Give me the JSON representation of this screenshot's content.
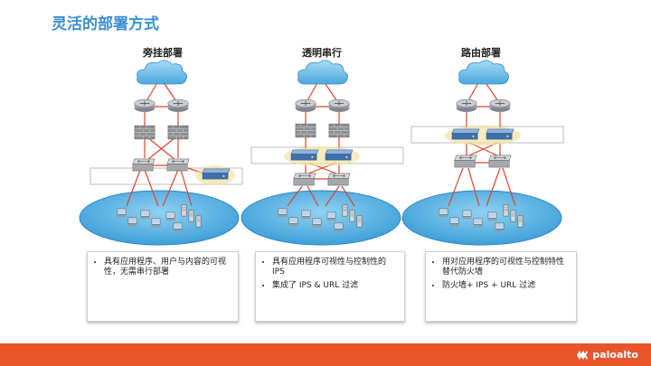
{
  "page": {
    "title": "灵活的部署方式"
  },
  "columns": [
    {
      "heading": "旁挂部署",
      "bullets": [
        "具有应用程序、用户与内容的可视性，无需串行部署"
      ]
    },
    {
      "heading": "透明串行",
      "bullets": [
        "具有应用程序可视性与控制性的IPS",
        "集成了 IPS & URL 过滤"
      ]
    },
    {
      "heading": "路由部署",
      "bullets": [
        "用对应用程序的可视性与控制特性替代防火墙",
        "防火墙+ IPS + URL 过滤"
      ]
    }
  ],
  "footer": {
    "brand": "paloalto"
  },
  "colors": {
    "title": "#3a8fd0",
    "footer": "#e8552a",
    "cloud": "#6cc3ec",
    "link": "#e0452a"
  }
}
